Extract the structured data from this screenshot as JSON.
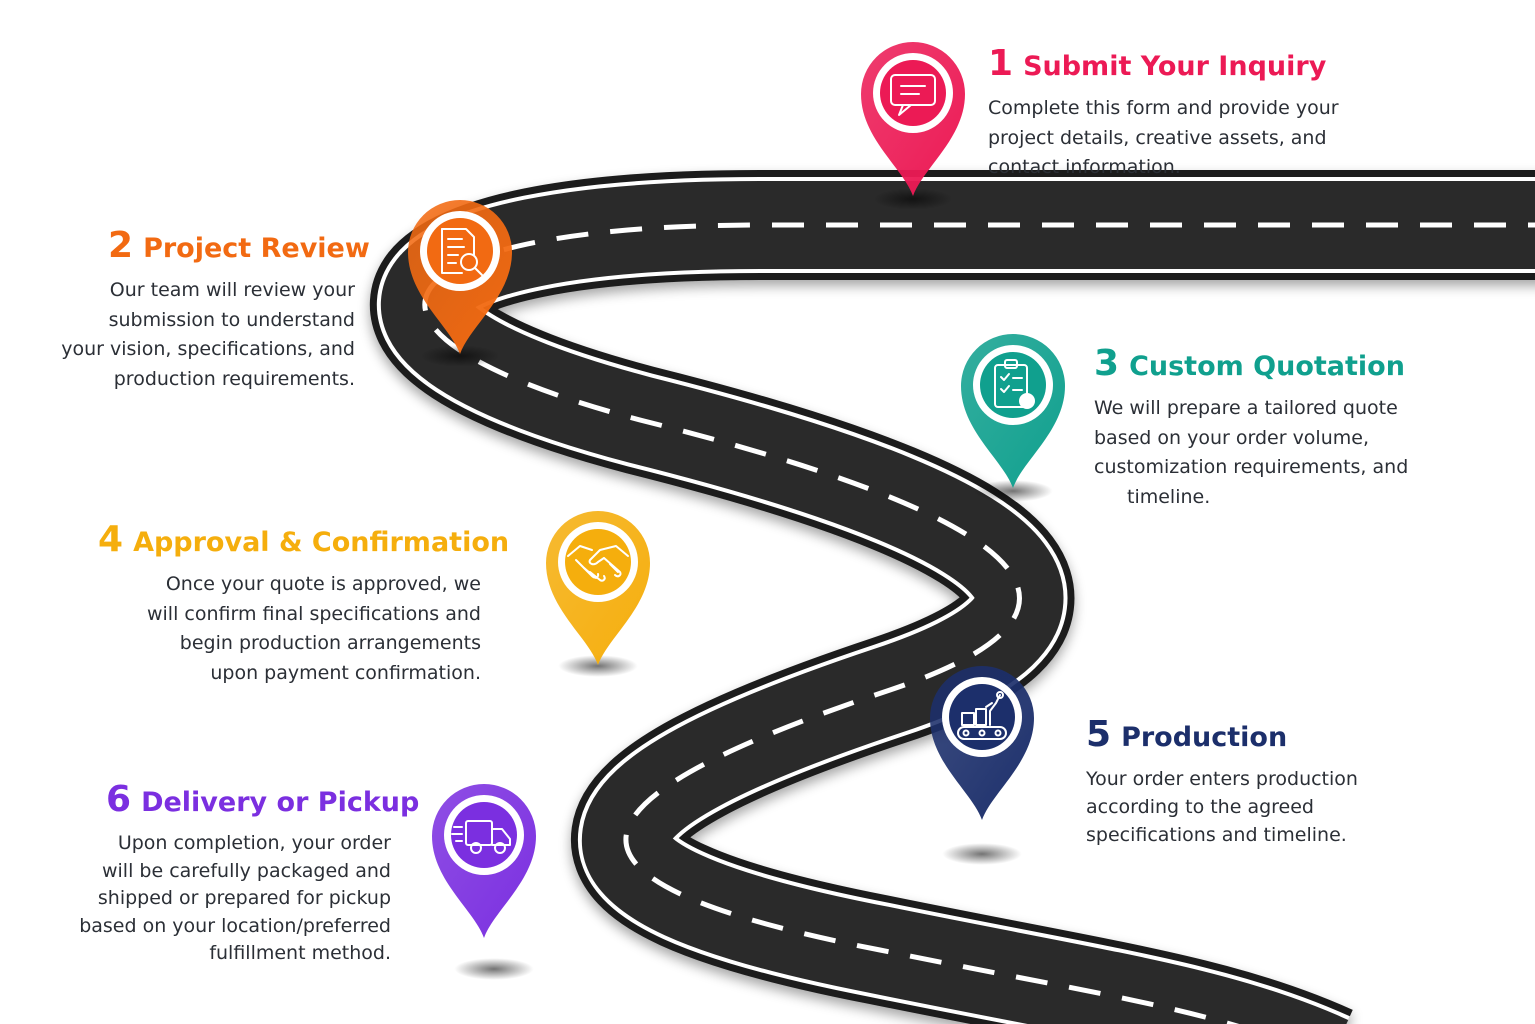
{
  "colors": {
    "step1": "#ec1a55",
    "step2": "#f26a12",
    "step3": "#10a08e",
    "step4": "#f5ae0d",
    "step5": "#1c2f6b",
    "step6": "#7b2fe0",
    "road": "#2a2a2a",
    "road_edge": "#ffffff"
  },
  "steps": [
    {
      "number": "1",
      "title": "Submit Your Inquiry",
      "icon": "chat-bubble-icon",
      "lines": [
        "Complete this form and provide your",
        "project details, creative assets, and",
        "contact information."
      ]
    },
    {
      "number": "2",
      "title": "Project Review",
      "icon": "document-search-icon",
      "lines": [
        "Our team will review your",
        "submission to understand",
        "your vision, specifications, and",
        "production requirements."
      ]
    },
    {
      "number": "3",
      "title": "Custom Quotation",
      "icon": "clipboard-check-icon",
      "lines": [
        "We will prepare a tailored quote",
        "based on your order volume,",
        "customization requirements, and",
        "timeline."
      ]
    },
    {
      "number": "4",
      "title": "Approval & Confirmation",
      "icon": "handshake-icon",
      "lines": [
        "Once your quote is approved, we",
        "will confirm final specifications and",
        "begin production arrangements",
        "upon payment confirmation."
      ]
    },
    {
      "number": "5",
      "title": "Production",
      "icon": "conveyor-icon",
      "lines": [
        "Your order enters production",
        "according to the agreed",
        "specifications and timeline."
      ]
    },
    {
      "number": "6",
      "title": "Delivery or Pickup",
      "icon": "delivery-truck-icon",
      "lines": [
        "Upon completion, your order",
        "will be carefully packaged and",
        "shipped or prepared for pickup",
        "based on your location/preferred",
        "fulfillment method."
      ]
    }
  ]
}
